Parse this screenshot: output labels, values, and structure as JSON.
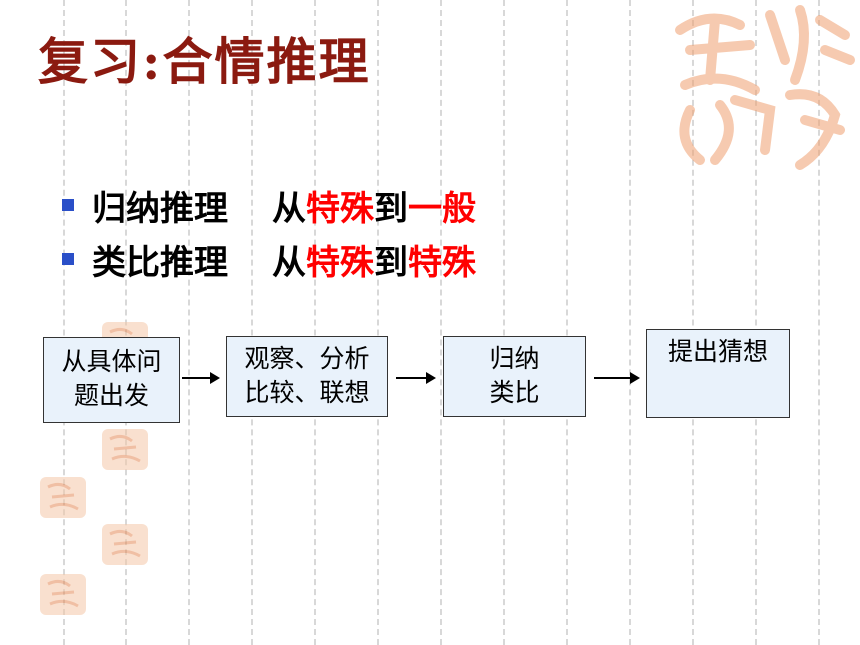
{
  "title": "复习:合情推理",
  "bullets": [
    {
      "term": "归纳推理",
      "from": "从",
      "a": "特殊",
      "to": "到",
      "b": "一般"
    },
    {
      "term": "类比推理",
      "from": "从",
      "a": "特殊",
      "to": "到",
      "b": "特殊"
    }
  ],
  "flow": {
    "box1": {
      "line1": "从具体问",
      "line2": "题出发"
    },
    "box2": {
      "line1": "观察、分析",
      "line2": "比较、联想"
    },
    "box3": {
      "line1": "归纳",
      "line2": "类比"
    },
    "box4": {
      "line1": "提出猜想"
    }
  },
  "colors": {
    "title": "#8b1a10",
    "accent": "#ff0000",
    "bullet": "#2a4fc8",
    "box_fill": "#e9f2fb"
  },
  "decoration": {
    "seal_icon": "ji-xiang-ru-yi-seal"
  }
}
